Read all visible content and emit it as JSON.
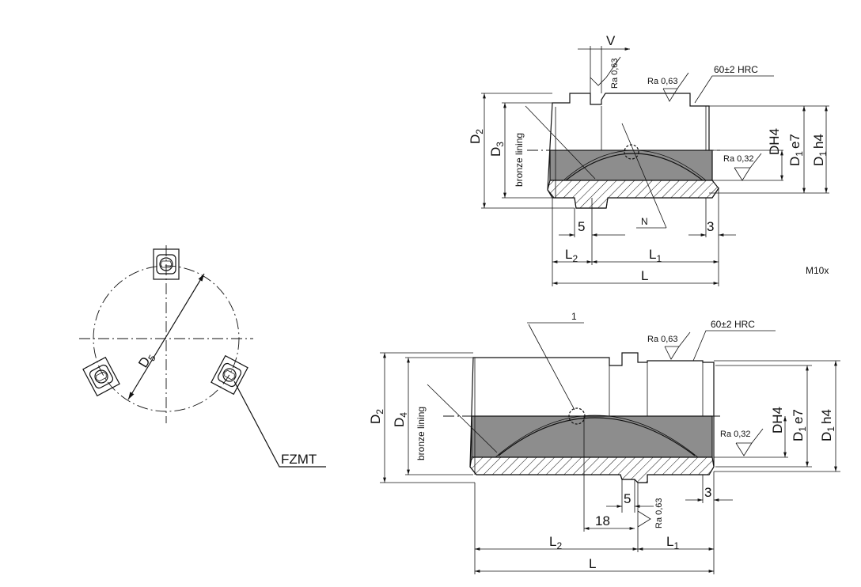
{
  "left_view": {
    "diameter_label": "D",
    "diameter_sub": "5",
    "callout": "FZMT"
  },
  "top_view": {
    "dims": {
      "v": "V",
      "d2": "D",
      "d2_sub": "2",
      "d3": "D",
      "d3_sub": "3",
      "dh4": "DH4",
      "d1e7": "D",
      "d1e7_sub": "1",
      "d1e7_tol": "e7",
      "d1h4": "D",
      "d1h4_sub": "1",
      "d1h4_tol": "h4",
      "five": "5",
      "three": "3",
      "l2": "L",
      "l2_sub": "2",
      "l1": "L",
      "l1_sub": "1",
      "l": "L",
      "n": "N"
    },
    "lining": "bronze lining",
    "hardness": "60±2 HRC",
    "ra_surface": "Ra 0,63",
    "ra_bore": "Ra 0,32",
    "ra_flange": "Ra 0,63",
    "model": "M10x"
  },
  "bottom_view": {
    "dims": {
      "item": "1",
      "d2": "D",
      "d2_sub": "2",
      "d4": "D",
      "d4_sub": "4",
      "dh4": "DH4",
      "d1e7": "D",
      "d1e7_sub": "1",
      "d1e7_tol": "e7",
      "d1h4": "D",
      "d1h4_sub": "1",
      "d1h4_tol": "h4",
      "five": "5",
      "eighteen": "18",
      "three": "3",
      "l2": "L",
      "l2_sub": "2",
      "l1": "L",
      "l1_sub": "1",
      "l": "L"
    },
    "lining": "bronze lining",
    "hardness": "60±2 HRC",
    "ra_surface": "Ra 0,63",
    "ra_bore": "Ra 0,32",
    "ra_groove": "Ra 0,63"
  }
}
